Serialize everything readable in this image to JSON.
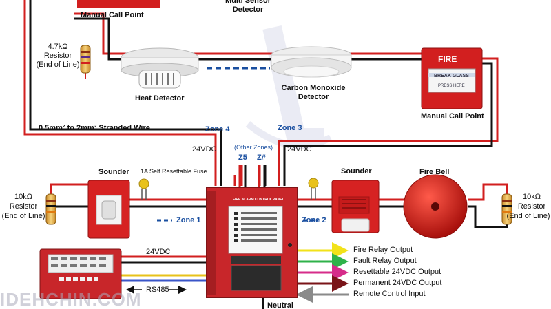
{
  "top": {
    "manual_call_point_top": "Manual Call Point",
    "multi_sensor_line1": "Multi Sensor",
    "multi_sensor_line2": "Detector"
  },
  "devices": {
    "heat_detector": "Heat Detector",
    "carbon_monoxide_line1": "Carbon Monoxide",
    "carbon_monoxide_line2": "Detector",
    "manual_call_point_right": "Manual Call Point",
    "mcp_fire": "FIRE",
    "mcp_break_glass": "BREAK GLASS",
    "mcp_press_here": "PRESS HERE",
    "sounder_left": "Sounder",
    "sounder_right": "Sounder",
    "fire_bell": "Fire Bell",
    "fuse": "1A Self Resettable Fuse",
    "panel_title": "FIRE ALARM CONTROL PANEL",
    "neutral": "Neutral"
  },
  "resistors": {
    "top_left": [
      "4.7kΩ",
      "Resistor",
      "(End of Line)"
    ],
    "left": [
      "10kΩ",
      "Resistor",
      "(End of Line)"
    ],
    "right": [
      "10kΩ",
      "Resistor",
      "(End of Line)"
    ]
  },
  "wiring": {
    "stranded_wire": "0.5mm² to 2mm² Stranded Wire",
    "zone4": "Zone 4",
    "zone3": "Zone 3",
    "zone1": "Zone 1",
    "zone2": "Zone 2",
    "v24_left": "24VDC",
    "v24_right": "24VDC",
    "v24_bottom": "24VDC",
    "other_zones": "(Other Zones)",
    "z5": "Z5",
    "zhash": "Z#",
    "rs485": "RS485"
  },
  "outputs": [
    {
      "label": "Fire Relay Output",
      "color": "#f2e21a"
    },
    {
      "label": "Fault Relay Output",
      "color": "#2fb24a"
    },
    {
      "label": "Resettable 24VDC Output",
      "color": "#d62c8a"
    },
    {
      "label": "Permanent 24VDC Output",
      "color": "#7a1418"
    },
    {
      "label": "Remote Control Input",
      "color": "#8a8a8a"
    }
  ],
  "watermark": "IDEHCHIN.COM"
}
